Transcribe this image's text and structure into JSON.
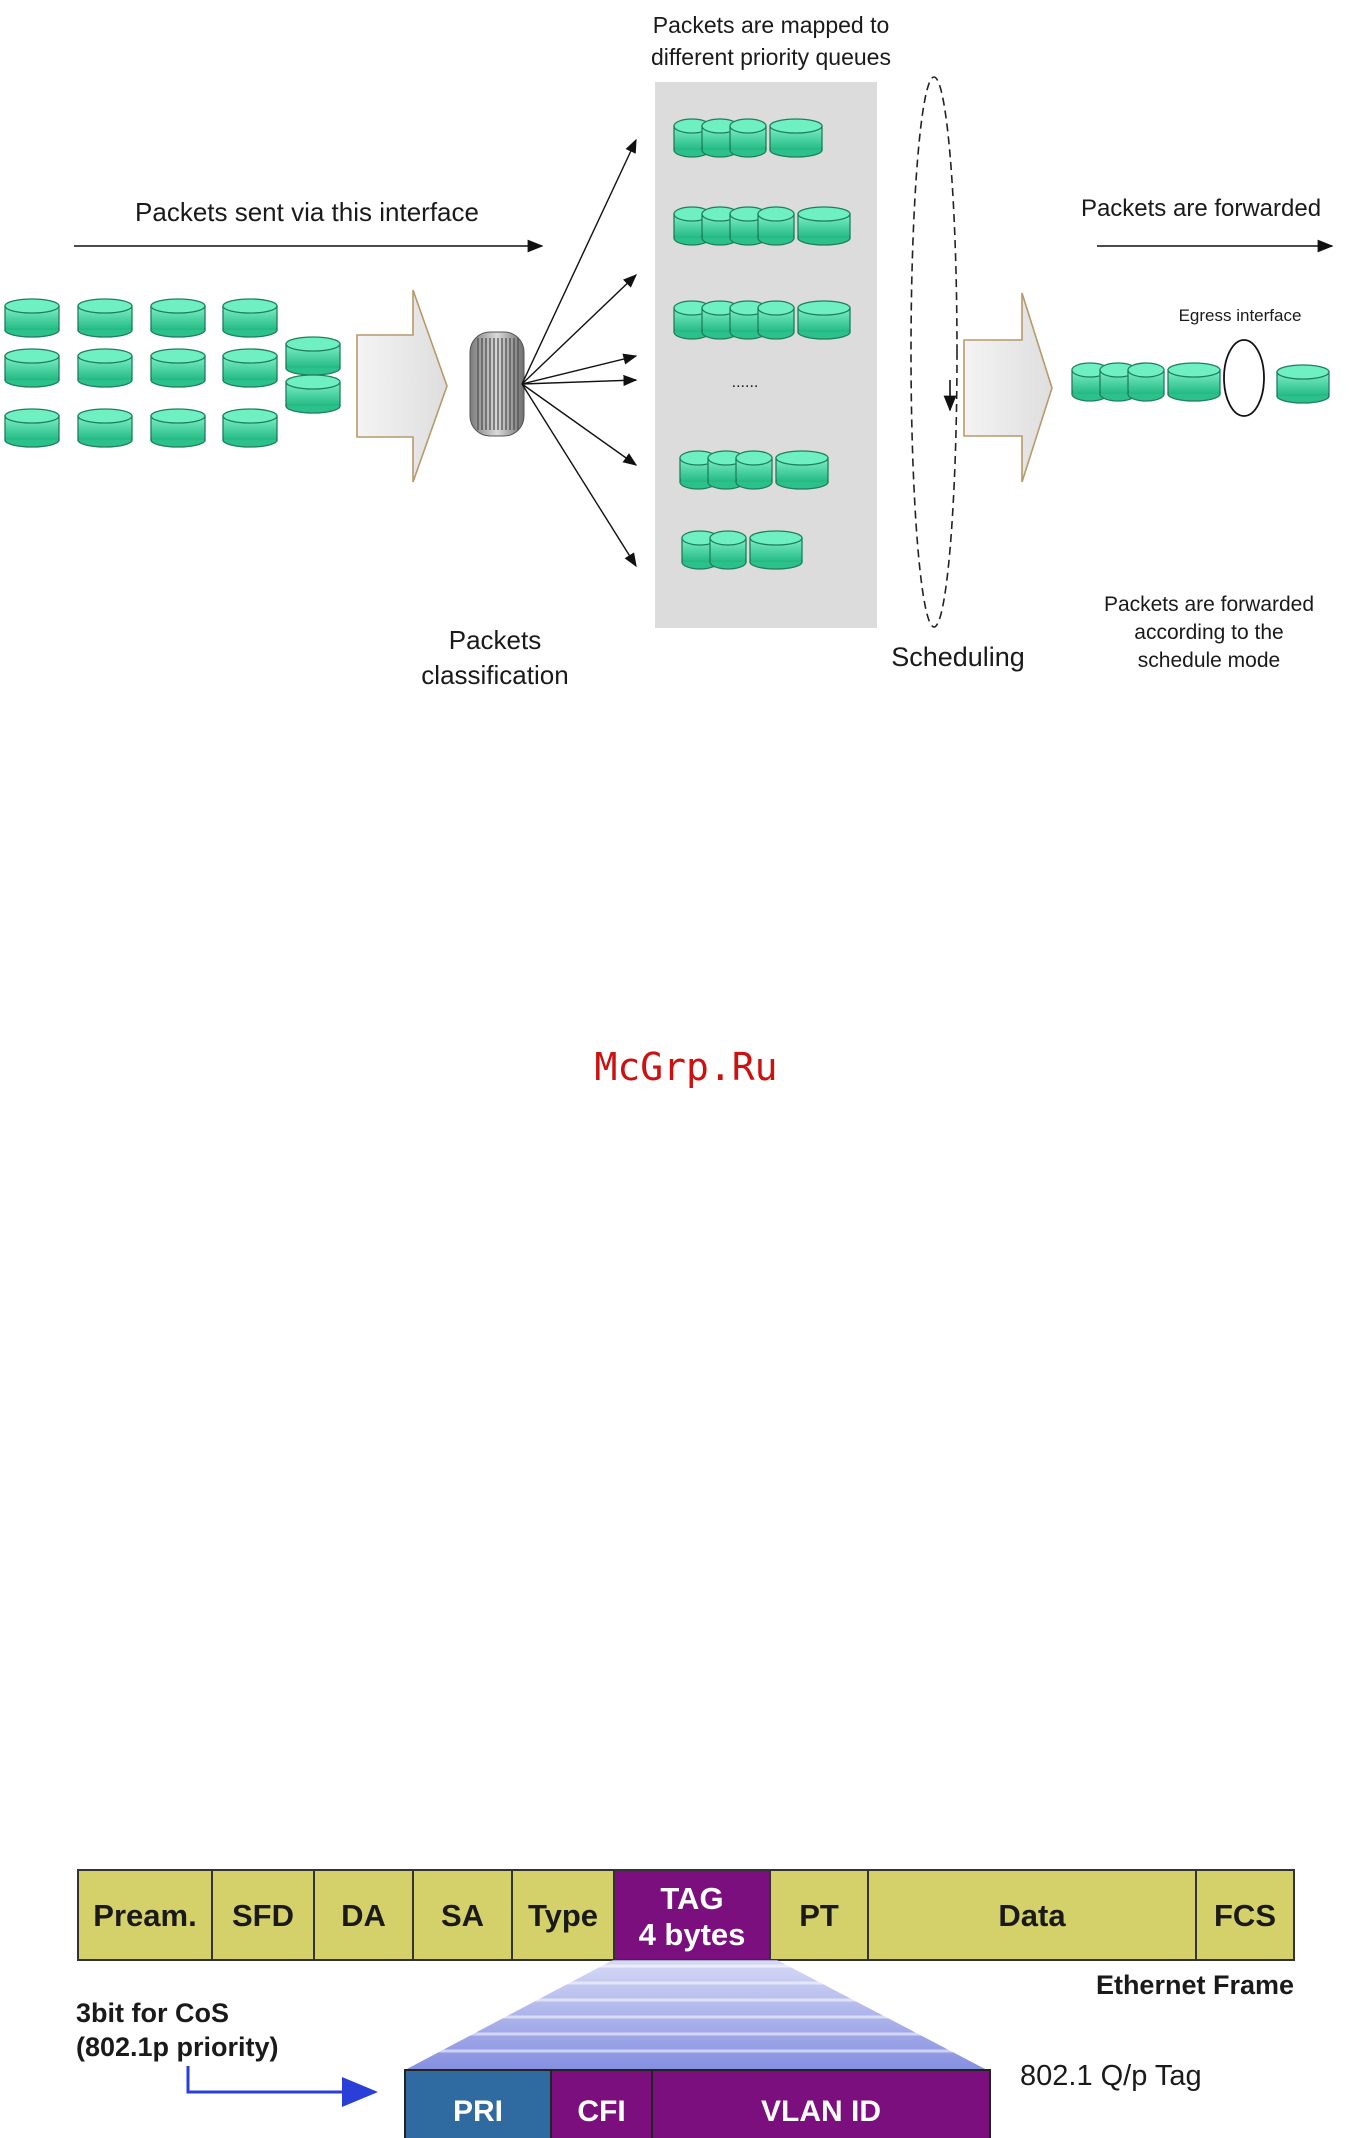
{
  "qos_diagram": {
    "queue_header_line1": "Packets are mapped to",
    "queue_header_line2": "different priority queues",
    "ingress_label": "Packets sent via this interface",
    "classification_line1": "Packets",
    "classification_line2": "classification",
    "ellipsis": "......",
    "scheduling_label": "Scheduling",
    "forwarded_label": "Packets are forwarded",
    "egress_label": "Egress interface",
    "schedule_note_line1": "Packets are forwarded",
    "schedule_note_line2": "according to the",
    "schedule_note_line3": "schedule mode"
  },
  "watermark": "McGrp.Ru",
  "frame_diagram": {
    "fields": [
      "Pream.",
      "SFD",
      "DA",
      "SA",
      "Type",
      "TAG",
      "PT",
      "Data",
      "FCS"
    ],
    "tag_sub": "4 bytes",
    "frame_label": "Ethernet Frame",
    "cos_line1": "3bit for CoS",
    "cos_line2": "(802.1p priority)",
    "tag_fields": [
      "PRI",
      "CFI",
      "VLAN ID"
    ],
    "tag_label": "802.1 Q/p Tag"
  },
  "colors": {
    "packet_fill": "#3dd6a3",
    "packet_stroke": "#1e7f5c",
    "queue_panel": "#dcdcdc",
    "frame_field": "#d4d06a",
    "tag_field": "#7b0f7e",
    "pri_field": "#2f6aa0",
    "watermark": "#cc1111"
  }
}
